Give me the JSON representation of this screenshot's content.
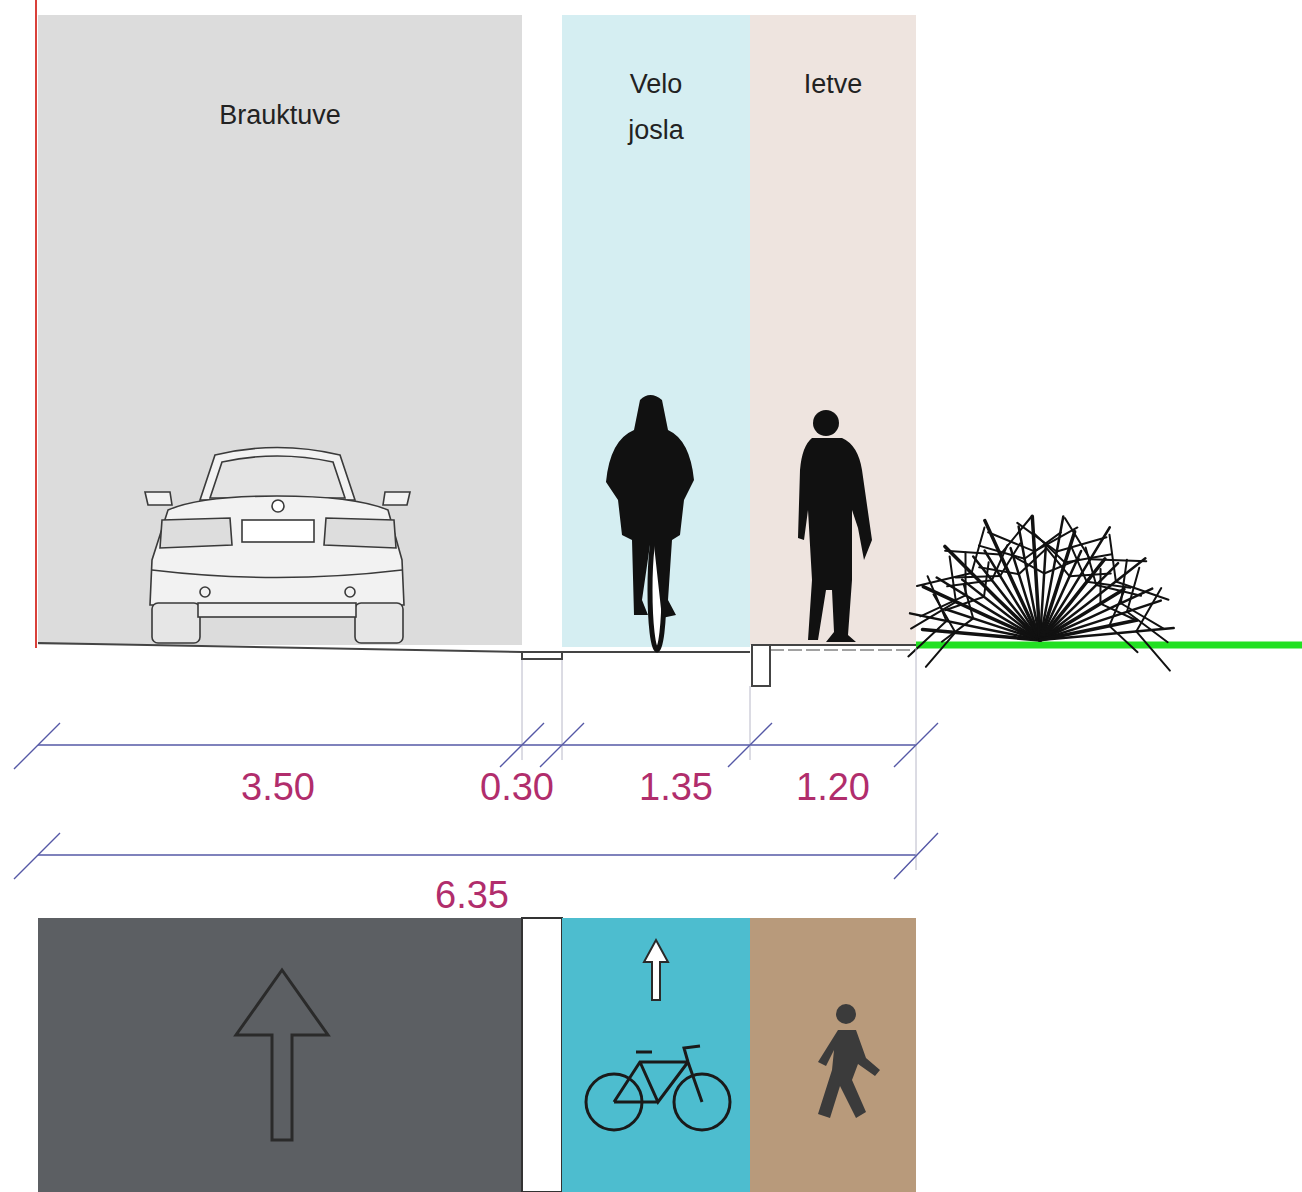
{
  "diagram": {
    "nodes": [
      {
        "text": [
          "Brauktuve"
        ]
      },
      {
        "text": [
          "Velo josla"
        ]
      },
      {
        "text": [
          "Ietve"
        ]
      }
    ],
    "labels": [
      "3.50",
      "0.30",
      "1.35",
      "1.20",
      "6.35"
    ]
  }
}
